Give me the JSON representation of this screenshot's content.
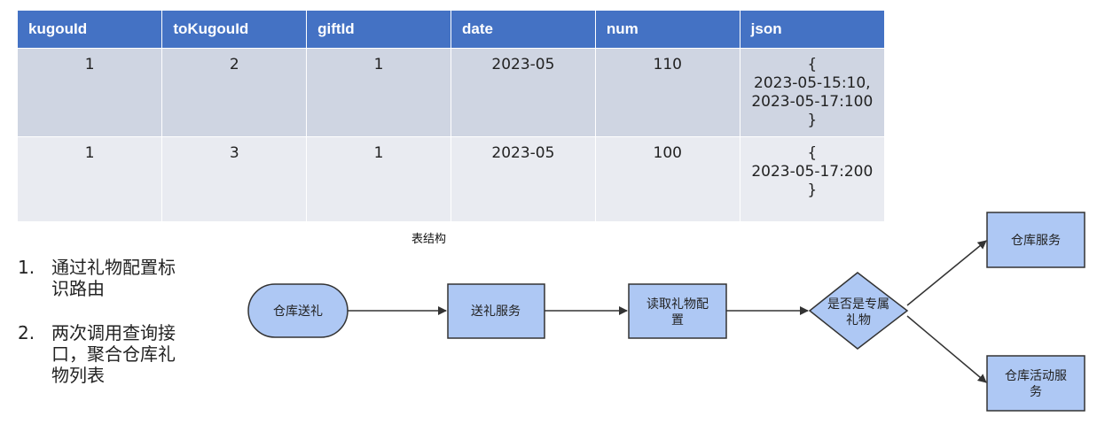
{
  "table": {
    "headers": [
      "kugouId",
      "toKugouId",
      "giftId",
      "date",
      "num",
      "json"
    ],
    "rows": [
      [
        "1",
        "2",
        "1",
        "2023-05",
        "110",
        [
          "{",
          "2023-05-15:10,",
          "2023-05-17:100",
          "}"
        ]
      ],
      [
        "1",
        "3",
        "1",
        "2023-05",
        "100",
        [
          "{",
          "2023-05-17:200",
          "}"
        ]
      ]
    ],
    "caption": "表结构"
  },
  "notes": [
    {
      "num": "1.",
      "lines": [
        "通过礼物配置标",
        "识路由"
      ]
    },
    {
      "num": "2.",
      "lines": [
        "两次调用查询接",
        "口，聚合仓库礼",
        "物列表"
      ]
    }
  ],
  "flow": {
    "start": "仓库送礼",
    "gift_service": "送礼服务",
    "read_config": [
      "读取礼物配",
      "置"
    ],
    "decision": [
      "是否是专属",
      "礼物"
    ],
    "warehouse_service": "仓库服务",
    "activity_service": [
      "仓库活动服",
      "务"
    ]
  },
  "colors": {
    "header": "#4472c4",
    "row1": "#cfd5e2",
    "row2": "#e9ebf1",
    "node_fill": "#aec8f4",
    "node_stroke": "#333333"
  }
}
